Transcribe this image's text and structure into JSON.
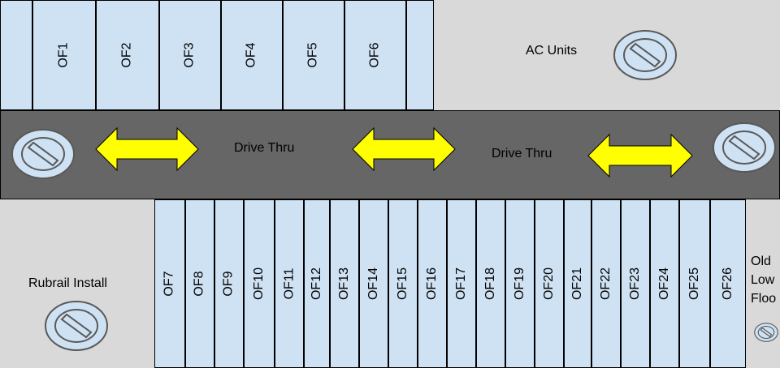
{
  "colors": {
    "bay_fill": "#cfe2f3",
    "road": "#666666",
    "area_fill": "#d9d9d9",
    "arrow_fill": "#ffff00"
  },
  "top_bays": [
    "OF1",
    "OF2",
    "OF3",
    "OF4",
    "OF5",
    "OF6"
  ],
  "bottom_bays": [
    "OF7",
    "OF8",
    "OF9",
    "OF10",
    "OF11",
    "OF12",
    "OF13",
    "OF14",
    "OF15",
    "OF16",
    "OF17",
    "OF18",
    "OF19",
    "OF20",
    "OF21",
    "OF22",
    "OF23",
    "OF24",
    "OF25",
    "OF26"
  ],
  "areas": {
    "ac_units": "AC Units",
    "rubrail": "Rubrail Install",
    "old_low_floor": [
      "Old",
      "Low",
      "Floo"
    ]
  },
  "road": {
    "label_1": "Drive Thru",
    "label_2": "Drive Thru"
  },
  "icons": {
    "no_entry": "no-entry-icon",
    "arrow": "double-arrow"
  }
}
